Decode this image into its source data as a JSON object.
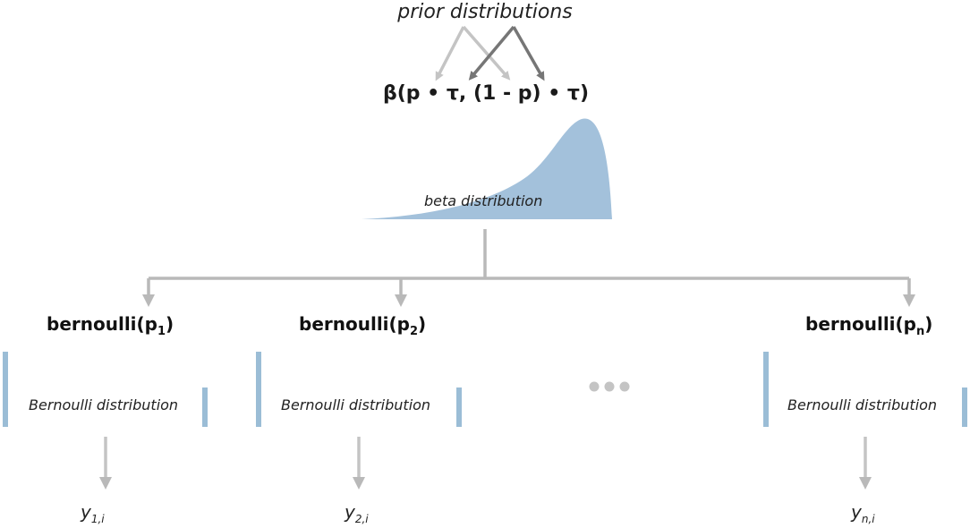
{
  "prior": {
    "label": "prior distributions"
  },
  "beta_node": {
    "formula": "β(p • τ, (1 - p) • τ)",
    "distribution_label": "beta distribution",
    "fill_color": "#a3c1db"
  },
  "bernoulli_nodes": [
    {
      "name": "bernoulli(p",
      "sub": "1",
      "close": ")",
      "distribution_label": "Bernoulli distribution",
      "y_base": "y",
      "y_sub": "1,i"
    },
    {
      "name": "bernoulli(p",
      "sub": "2",
      "close": ")",
      "distribution_label": "Bernoulli distribution",
      "y_base": "y",
      "y_sub": "2,i"
    },
    {
      "name": "bernoulli(p",
      "sub": "n",
      "close": ")",
      "distribution_label": "Bernoulli distribution",
      "y_base": "y",
      "y_sub": "n,i"
    }
  ],
  "ellipsis": "•••",
  "colors": {
    "arrow_light": "#c4c4c4",
    "arrow_dark": "#767676",
    "connector": "#b9b9b9",
    "bar_blue": "#9bbdd6"
  }
}
